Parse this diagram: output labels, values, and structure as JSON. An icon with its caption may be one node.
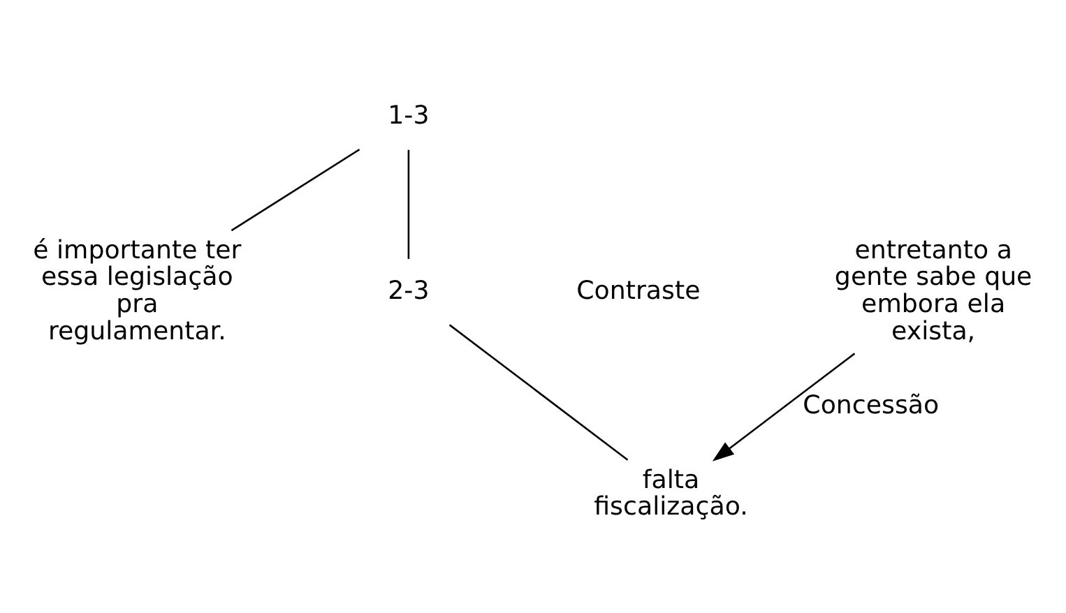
{
  "diagram": {
    "nodes": [
      {
        "text": [
          "1-3"
        ]
      },
      {
        "text": [
          "é importante ter essa legislação pra regulamentar."
        ]
      },
      {
        "text": [
          "2-3"
        ]
      },
      {
        "text": [
          "entretanto a gente sabe que embora ela exista,"
        ]
      },
      {
        "text": [
          "falta fiscalização."
        ]
      }
    ],
    "edges": [
      {
        "from": 0,
        "to": 1,
        "arrow": "none"
      },
      {
        "from": 0,
        "to": 2,
        "arrow": "none"
      },
      {
        "from": 2,
        "to": 4,
        "arrow": "none"
      },
      {
        "from": 3,
        "to": 4,
        "arrow": "to",
        "label": "Concessão"
      }
    ],
    "labels": [
      "Contraste"
    ]
  }
}
